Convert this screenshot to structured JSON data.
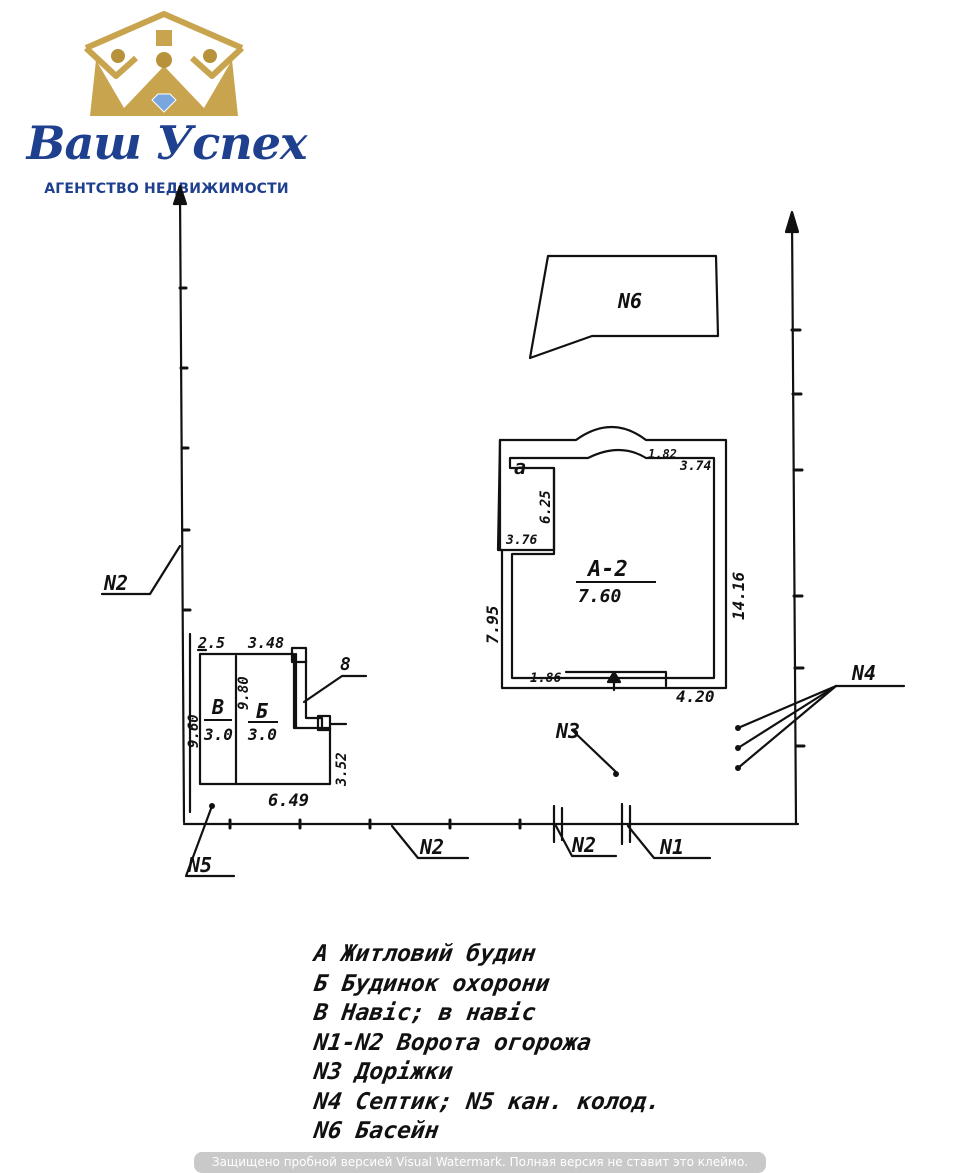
{
  "logo": {
    "title": "Ваш Успех",
    "subtitle": "АГЕНТСТВО НЕДВИЖИМОСТИ",
    "gold_color": "#c9a44e",
    "blue_color": "#1f3f8f",
    "icon": "crown-house-icon"
  },
  "plan": {
    "structures": {
      "label_a": "а",
      "label_main_building": "А-2",
      "label_main_sub": "7.60",
      "label_b_letter": "В",
      "label_b_sub": "3.0",
      "label_bb_letter": "Б",
      "label_bb_sub": "3.0",
      "label_n6": "N6"
    },
    "dimensions": {
      "d_1_82": "1.82",
      "d_3_74": "3.74",
      "d_6_25": "6.25",
      "d_3_76": "3.76",
      "d_7_95": "7.95",
      "d_14_16": "14.16",
      "d_1_86": "1.86",
      "d_4_20": "4.20",
      "d_2_5": "2.5",
      "d_3_48": "3.48",
      "d_9_80": "9.80",
      "d_9_60": "9.60",
      "d_3_52": "3.52",
      "d_6_49": "6.49",
      "mark_8": "8"
    },
    "callouts": {
      "n2_left": "N2",
      "n2_bottom": "N2",
      "n2_gate": "N2",
      "n1_gate": "N1",
      "n3": "N3",
      "n4": "N4",
      "n5": "N5"
    }
  },
  "legend": [
    "А  Житловий будин",
    "Б  Будинок охорони",
    "В  Навіс; в навіс",
    "N1-N2 Ворота огорожа",
    "N3  Доріжки",
    "N4  Септик; N5 кан. колод.",
    "N6  Басейн"
  ],
  "watermark": "Защищено пробной версией Visual Watermark. Полная версия не ставит это клеймо."
}
